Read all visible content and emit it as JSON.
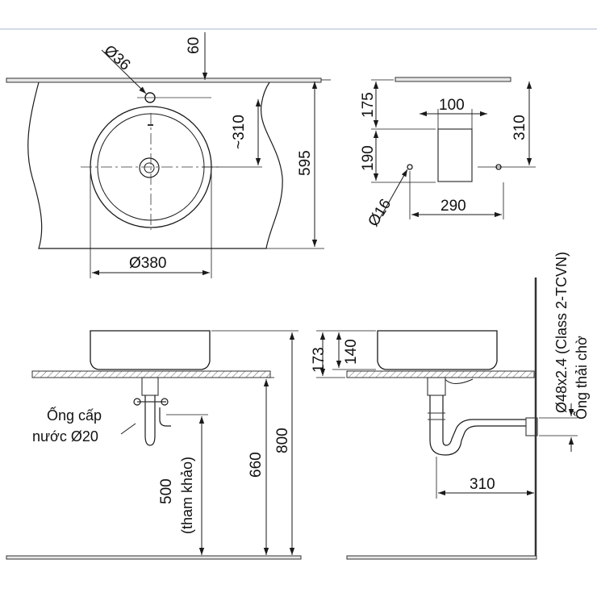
{
  "dimensions": {
    "tap_hole_dia": "Ø36",
    "tap_offset_top": "60",
    "tap_to_center": "~310",
    "counter_depth": "595",
    "basin_dia": "Ø380",
    "wall_175": "175",
    "wall_190": "190",
    "wall_box_width": "100",
    "wall_310_right": "310",
    "supply_hole_dia": "Ø16",
    "supply_spacing": "290",
    "basin_height": "140",
    "basin_total_height": "173",
    "counter_height": "800",
    "floor_to_counter": "660",
    "supply_height": "500",
    "supply_height_note": "(tham khảo)",
    "trap_to_wall": "310"
  },
  "notes": {
    "water_supply_line1": "Ống cấp",
    "water_supply_line2": "nước Ø20",
    "waste_pipe_spec": "Ø48x2.4 (Class 2-TCVN)",
    "waste_pipe_label": "Ống thải chờ"
  }
}
